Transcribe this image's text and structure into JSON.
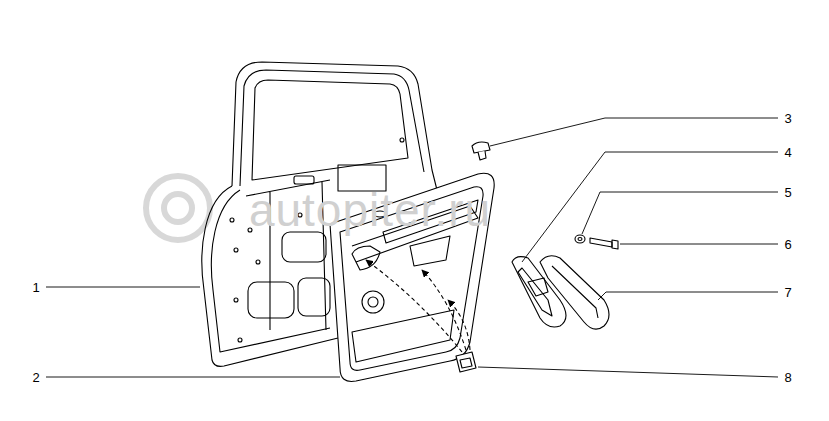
{
  "diagram": {
    "labels": [
      "1",
      "2",
      "3",
      "4",
      "5",
      "6",
      "7",
      "8",
      "autopiter.ru"
    ]
  }
}
